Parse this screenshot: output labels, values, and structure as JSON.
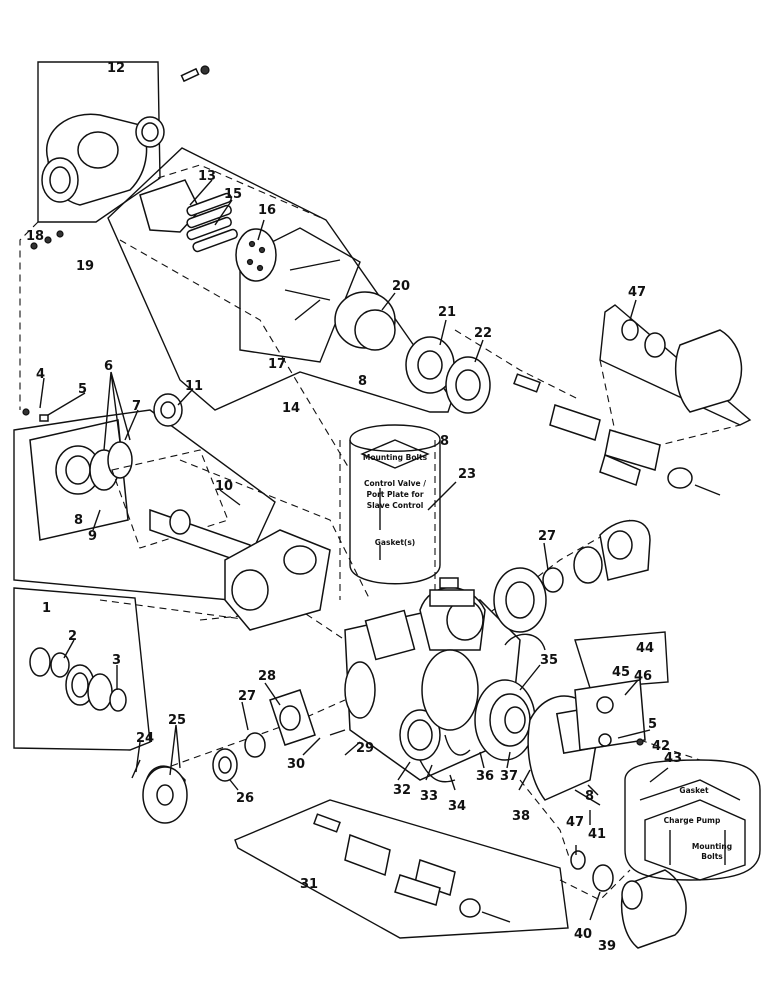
{
  "callouts": [
    "12",
    "13",
    "15",
    "16",
    "17",
    "18",
    "19",
    "20",
    "21",
    "22",
    "47",
    "4",
    "5",
    "6",
    "7",
    "11",
    "14",
    "8",
    "8",
    "23",
    "10",
    "9",
    "8",
    "27",
    "1",
    "2",
    "3",
    "44",
    "45",
    "46",
    "28",
    "27",
    "35",
    "25",
    "24",
    "5",
    "42",
    "26",
    "30",
    "29",
    "32",
    "33",
    "34",
    "36",
    "37",
    "38",
    "8",
    "43",
    "41",
    "31",
    "47",
    "40",
    "39"
  ],
  "captions": {
    "cylinder_top": "Mounting Bolts",
    "cylinder_mid1": "Control Valve /",
    "cylinder_mid2": "Port Plate for",
    "cylinder_mid3": "Slave Control",
    "cylinder_bottom": "Gasket(s)",
    "box_top": "Gasket",
    "box_mid": "Charge Pump",
    "box_bot1": "Mounting",
    "box_bot2": "Bolts"
  }
}
